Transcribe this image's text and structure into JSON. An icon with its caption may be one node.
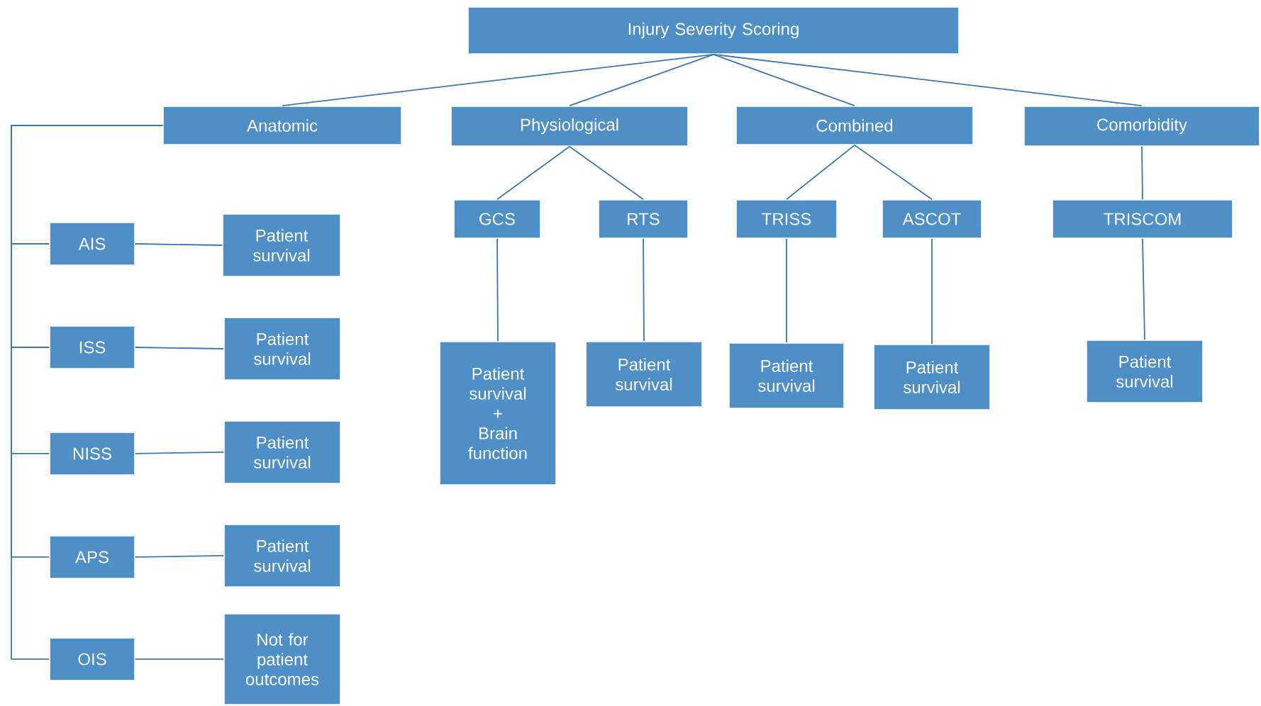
{
  "diagram": {
    "nodes": [
      {
        "text": [
          "Injury Severity Scoring"
        ]
      },
      {
        "text": [
          "Anatomic"
        ]
      },
      {
        "text": [
          "Physiological"
        ]
      },
      {
        "text": [
          "Combined"
        ]
      },
      {
        "text": [
          "Comorbidity"
        ]
      },
      {
        "text": [
          "GCS"
        ]
      },
      {
        "text": [
          "RTS"
        ]
      },
      {
        "text": [
          "TRISS"
        ]
      },
      {
        "text": [
          "ASCOT"
        ]
      },
      {
        "text": [
          "TRISCOM"
        ]
      },
      {
        "text": [
          "AIS"
        ]
      },
      {
        "text": [
          "Patient survival"
        ]
      },
      {
        "text": [
          "ISS"
        ]
      },
      {
        "text": [
          "Patient survival"
        ]
      },
      {
        "text": [
          "NISS"
        ]
      },
      {
        "text": [
          "Patient survival"
        ]
      },
      {
        "text": [
          "APS"
        ]
      },
      {
        "text": [
          "Patient survival"
        ]
      },
      {
        "text": [
          "OIS"
        ]
      },
      {
        "text": [
          "Not for patient outcomes"
        ]
      },
      {
        "text": [
          "Patient survival",
          "+",
          "Brain function"
        ]
      },
      {
        "text": [
          "Patient survival"
        ]
      },
      {
        "text": [
          "Patient survival"
        ]
      },
      {
        "text": [
          "Patient survival"
        ]
      },
      {
        "text": [
          "Patient survival"
        ]
      }
    ],
    "edges": [
      {
        "from": 0,
        "to": 1,
        "arrow": "none"
      },
      {
        "from": 0,
        "to": 2,
        "arrow": "none"
      },
      {
        "from": 0,
        "to": 3,
        "arrow": "none"
      },
      {
        "from": 0,
        "to": 4,
        "arrow": "none"
      },
      {
        "from": 2,
        "to": 5,
        "arrow": "none"
      },
      {
        "from": 2,
        "to": 6,
        "arrow": "none"
      },
      {
        "from": 3,
        "to": 7,
        "arrow": "none"
      },
      {
        "from": 3,
        "to": 8,
        "arrow": "none"
      },
      {
        "from": 4,
        "to": 9,
        "arrow": "none"
      },
      {
        "from": 1,
        "to": 10,
        "arrow": "none"
      },
      {
        "from": 1,
        "to": 12,
        "arrow": "none"
      },
      {
        "from": 1,
        "to": 14,
        "arrow": "none"
      },
      {
        "from": 1,
        "to": 16,
        "arrow": "none"
      },
      {
        "from": 1,
        "to": 18,
        "arrow": "none"
      },
      {
        "from": 10,
        "to": 11,
        "arrow": "none"
      },
      {
        "from": 12,
        "to": 13,
        "arrow": "none"
      },
      {
        "from": 14,
        "to": 15,
        "arrow": "none"
      },
      {
        "from": 16,
        "to": 17,
        "arrow": "none"
      },
      {
        "from": 18,
        "to": 19,
        "arrow": "none"
      },
      {
        "from": 5,
        "to": 20,
        "arrow": "none"
      },
      {
        "from": 6,
        "to": 21,
        "arrow": "none"
      },
      {
        "from": 7,
        "to": 22,
        "arrow": "none"
      },
      {
        "from": 8,
        "to": 23,
        "arrow": "none"
      },
      {
        "from": 9,
        "to": 24,
        "arrow": "none"
      }
    ]
  }
}
